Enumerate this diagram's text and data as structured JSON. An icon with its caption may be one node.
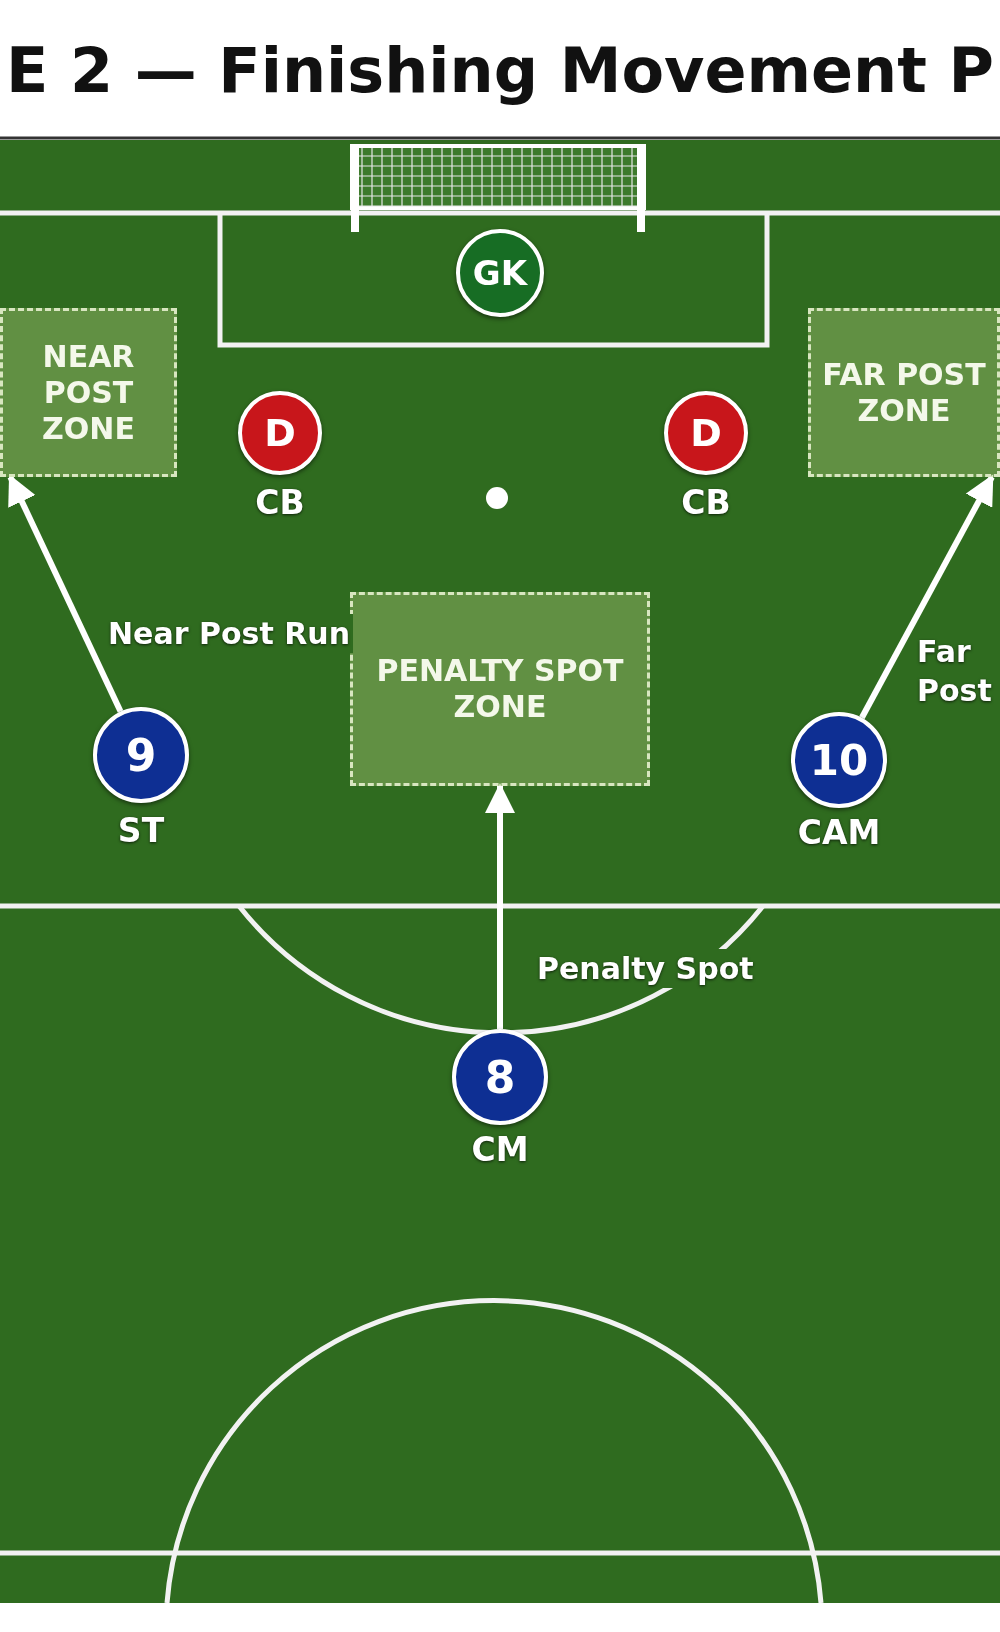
{
  "diagram": {
    "title": "E 2 — Finishing Movement P",
    "nodes": [
      {
        "text": [
          "GK"
        ]
      },
      {
        "text": [
          "NEAR POST ZONE"
        ]
      },
      {
        "text": [
          "FAR POST ZONE"
        ]
      },
      {
        "text": [
          "D"
        ],
        "beside": [
          "CB"
        ]
      },
      {
        "text": [
          "D"
        ],
        "beside": [
          "CB"
        ]
      },
      {
        "text": [
          "PENALTY SPOT ZONE"
        ]
      },
      {
        "text": [
          "9"
        ],
        "beside": [
          "ST"
        ]
      },
      {
        "text": [
          "10"
        ],
        "beside": [
          "CAM"
        ]
      },
      {
        "text": [
          "8"
        ],
        "beside": [
          "CM"
        ]
      }
    ],
    "edges": [
      {
        "from": 6,
        "to": 1,
        "arrow": "to",
        "label": "Near Post Run"
      },
      {
        "from": 7,
        "to": 2,
        "arrow": "to",
        "label": "Far Post"
      },
      {
        "from": 8,
        "to": 5,
        "arrow": "to",
        "label": "Penalty Spot"
      }
    ]
  }
}
